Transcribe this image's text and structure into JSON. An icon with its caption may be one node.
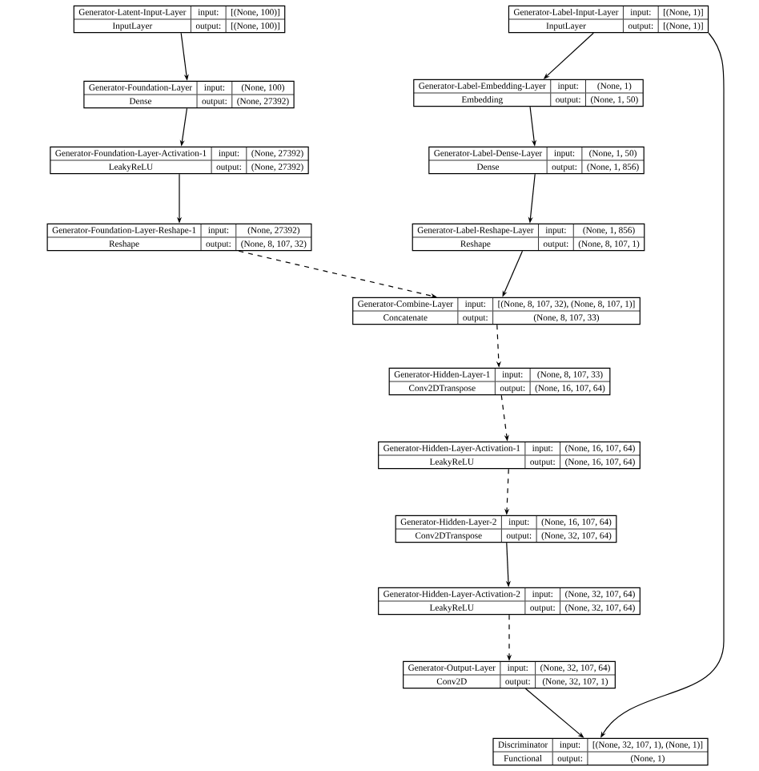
{
  "diagram": {
    "nodes": [
      {
        "text": [
          "Generator-Latent-Input-Layer",
          "InputLayer",
          "input:",
          "[(None, 100)]",
          "output:",
          "[(None, 100)]"
        ]
      },
      {
        "text": [
          "Generator-Label-Input-Layer",
          "InputLayer",
          "input:",
          "[(None, 1)]",
          "output:",
          "[(None, 1)]"
        ]
      },
      {
        "text": [
          "Generator-Foundation-Layer",
          "Dense",
          "input:",
          "(None, 100)",
          "output:",
          "(None, 27392)"
        ]
      },
      {
        "text": [
          "Generator-Label-Embedding-Layer",
          "Embedding",
          "input:",
          "(None, 1)",
          "output:",
          "(None, 1, 50)"
        ]
      },
      {
        "text": [
          "Generator-Foundation-Layer-Activation-1",
          "LeakyReLU",
          "input:",
          "(None, 27392)",
          "output:",
          "(None, 27392)"
        ]
      },
      {
        "text": [
          "Generator-Label-Dense-Layer",
          "Dense",
          "input:",
          "(None, 1, 50)",
          "output:",
          "(None, 1, 856)"
        ]
      },
      {
        "text": [
          "Generator-Foundation-Layer-Reshape-1",
          "Reshape",
          "input:",
          "(None, 27392)",
          "output:",
          "(None, 8, 107, 32)"
        ]
      },
      {
        "text": [
          "Generator-Label-Reshape-Layer",
          "Reshape",
          "input:",
          "(None, 1, 856)",
          "output:",
          "(None, 8, 107, 1)"
        ]
      },
      {
        "text": [
          "Generator-Combine-Layer",
          "Concatenate",
          "input:",
          "[(None, 8, 107, 32), (None, 8, 107, 1)]",
          "output:",
          "(None, 8, 107, 33)"
        ]
      },
      {
        "text": [
          "Generator-Hidden-Layer-1",
          "Conv2DTranspose",
          "input:",
          "(None, 8, 107, 33)",
          "output:",
          "(None, 16, 107, 64)"
        ]
      },
      {
        "text": [
          "Generator-Hidden-Layer-Activation-1",
          "LeakyReLU",
          "input:",
          "(None, 16, 107, 64)",
          "output:",
          "(None, 16, 107, 64)"
        ]
      },
      {
        "text": [
          "Generator-Hidden-Layer-2",
          "Conv2DTranspose",
          "input:",
          "(None, 16, 107, 64)",
          "output:",
          "(None, 32, 107, 64)"
        ]
      },
      {
        "text": [
          "Generator-Hidden-Layer-Activation-2",
          "LeakyReLU",
          "input:",
          "(None, 32, 107, 64)",
          "output:",
          "(None, 32, 107, 64)"
        ]
      },
      {
        "text": [
          "Generator-Output-Layer",
          "Conv2D",
          "input:",
          "(None, 32, 107, 64)",
          "output:",
          "(None, 32, 107, 1)"
        ]
      },
      {
        "text": [
          "Discriminator",
          "Functional",
          "input:",
          "[(None, 32, 107, 1), (None, 1)]",
          "output:",
          "(None, 1)"
        ]
      }
    ],
    "edges": [
      {
        "from": 0,
        "to": 2,
        "arrow": "to"
      },
      {
        "from": 1,
        "to": 3,
        "arrow": "to"
      },
      {
        "from": 2,
        "to": 4,
        "arrow": "to"
      },
      {
        "from": 3,
        "to": 5,
        "arrow": "to"
      },
      {
        "from": 4,
        "to": 6,
        "arrow": "to"
      },
      {
        "from": 5,
        "to": 7,
        "arrow": "to"
      },
      {
        "from": 6,
        "to": 8,
        "arrow": "to",
        "style": "dashed"
      },
      {
        "from": 7,
        "to": 8,
        "arrow": "to"
      },
      {
        "from": 8,
        "to": 9,
        "arrow": "to",
        "style": "dashed"
      },
      {
        "from": 9,
        "to": 10,
        "arrow": "to",
        "style": "dashed"
      },
      {
        "from": 10,
        "to": 11,
        "arrow": "to",
        "style": "dashed"
      },
      {
        "from": 11,
        "to": 12,
        "arrow": "to"
      },
      {
        "from": 12,
        "to": 13,
        "arrow": "to",
        "style": "dashed"
      },
      {
        "from": 13,
        "to": 14,
        "arrow": "to"
      },
      {
        "from": 1,
        "to": 14,
        "arrow": "to"
      }
    ]
  }
}
